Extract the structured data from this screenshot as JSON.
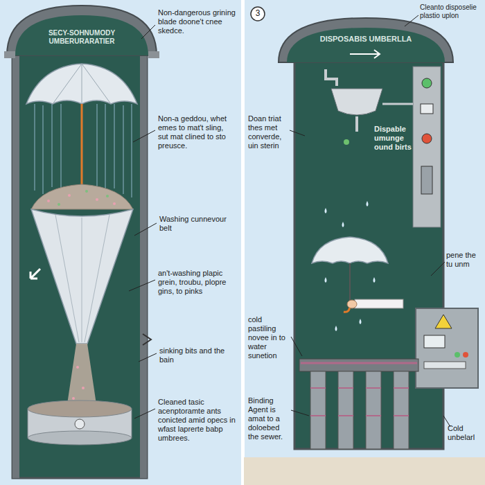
{
  "diagram": {
    "labels": [
      "SECY-SOHNUMODY UMBERURARATIER",
      "Non-dangerous grining blade doone't cnee skedce.",
      "Non-a geddou, whet emes to mat't sling, sut mat clined to sto preusce.",
      "Washing cunnevour belt",
      "an't-washing plapic grein, troubu, plopre gins, to pinks",
      "sinking bits and the bain",
      "Cleaned tasic acenptoramte ants conicted amid opecs in wfast laprerte babp umbrees.",
      "3",
      "DISPOSABIS UMBERLLA",
      "Cleanto disposelie plastio uplon",
      "Doan triat thes met converde, uin sterin",
      "Dispable umunge ound birts",
      "pene the tu unm",
      "cold pastiling novee in to water sunetion",
      "Binding Agent is amat to a doloebed the sewer.",
      "Cold unbelarl"
    ]
  }
}
